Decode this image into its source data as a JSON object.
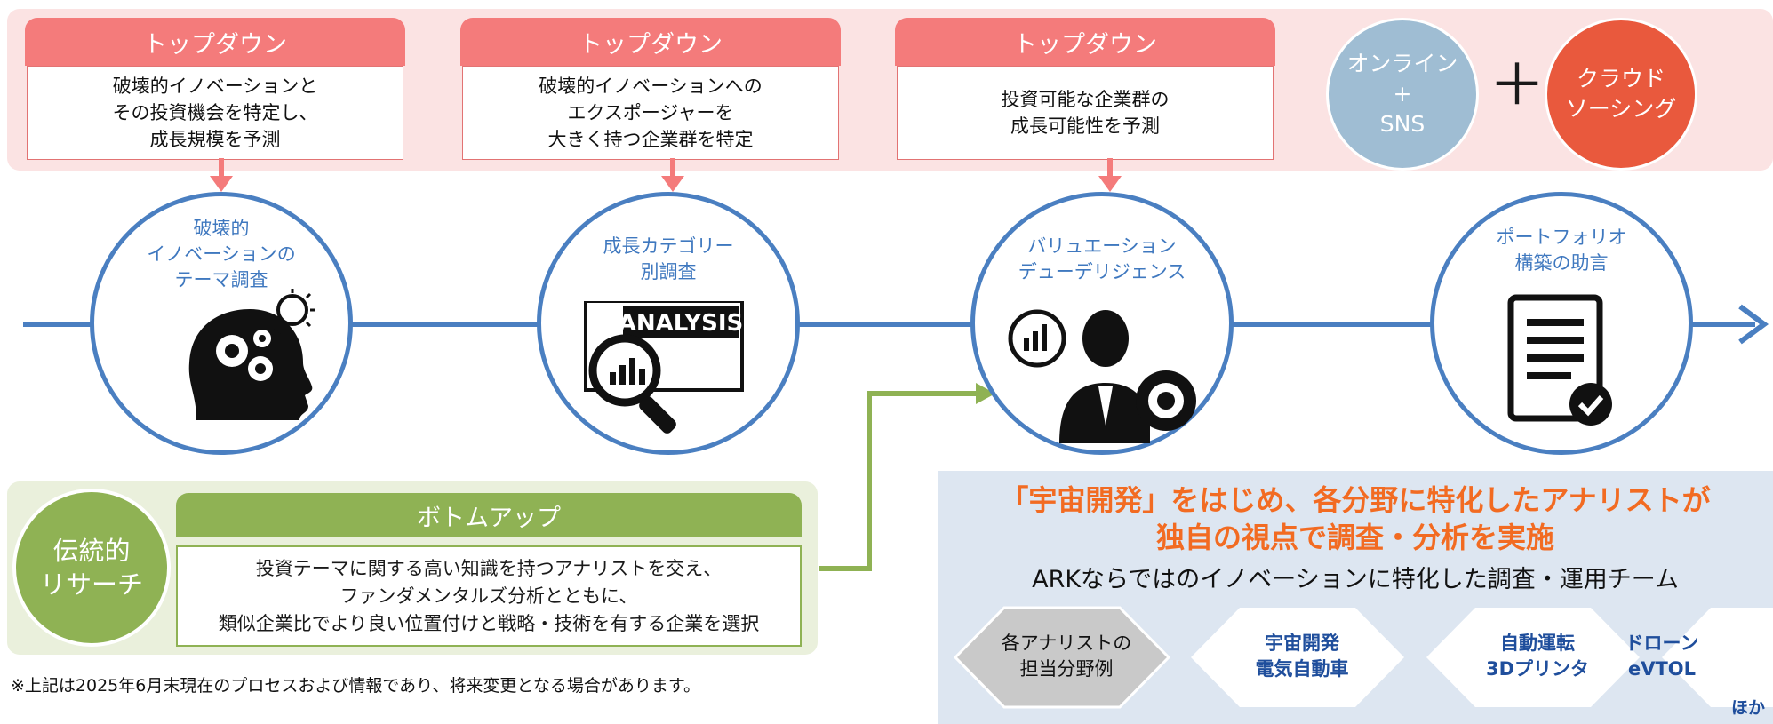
{
  "top": {
    "header": "トップダウン",
    "boxes": [
      "破壊的イノベーションと\nその投資機会を特定し、\n成長規模を予測",
      "破壊的イノベーションへの\nエクスポージャーを\n大きく持つ企業群を特定",
      "投資可能な企業群の\n成長可能性を予測"
    ],
    "bubbles": {
      "online": "オンライン\n+\nSNS",
      "plus": "＋",
      "crowd": "クラウド\nソーシング"
    }
  },
  "process": [
    "破壊的\nイノベーションの\nテーマ調査",
    "成長カテゴリー\n別調査",
    "バリュエーション\nデューデリジェンス",
    "ポートフォリオ\n構築の助言"
  ],
  "analysis_sign": "ANALYSIS",
  "bottom": {
    "traditional": "伝統的\nリサーチ",
    "bottomup_header": "ボトムアップ",
    "bottomup_body": "投資テーマに関する高い知識を持つアナリストを交え、\nファンダメンタルズ分析とともに、\n類似企業比でより良い位置付けと戦略・技術を有する企業を選択",
    "note": "※上記は2025年6月末現在のプロセスおよび情報であり、将来変更となる場合があります。"
  },
  "ark": {
    "headline1": "「宇宙開発」をはじめ、各分野に特化したアナリストが",
    "headline2": "独自の視点で調査・分析を実施",
    "subtitle": "ARKならではのイノベーションに特化した調査・運用チーム",
    "diamonds": [
      "各アナリストの\n担当分野例",
      "宇宙開発\n電気自動車",
      "自動運転\n3Dプリンタ",
      "ドローン\neVTOL"
    ],
    "etc": "ほか"
  },
  "colors": {
    "pink_band": "#fbe3e3",
    "topdown_header": "#f47b7b",
    "process_blue": "#4a7fc1",
    "green": "#8fb254",
    "orange_headline": "#f26b22",
    "diamond_navy": "#1f4e9c",
    "online_bubble": "#9fbdd3",
    "crowd_bubble": "#e9593d"
  },
  "icons": [
    "head-gears-icon",
    "lightbulb-icon",
    "analysis-magnifier-icon",
    "businessman-chart-gear-icon",
    "document-check-icon",
    "right-arrow-icon"
  ]
}
